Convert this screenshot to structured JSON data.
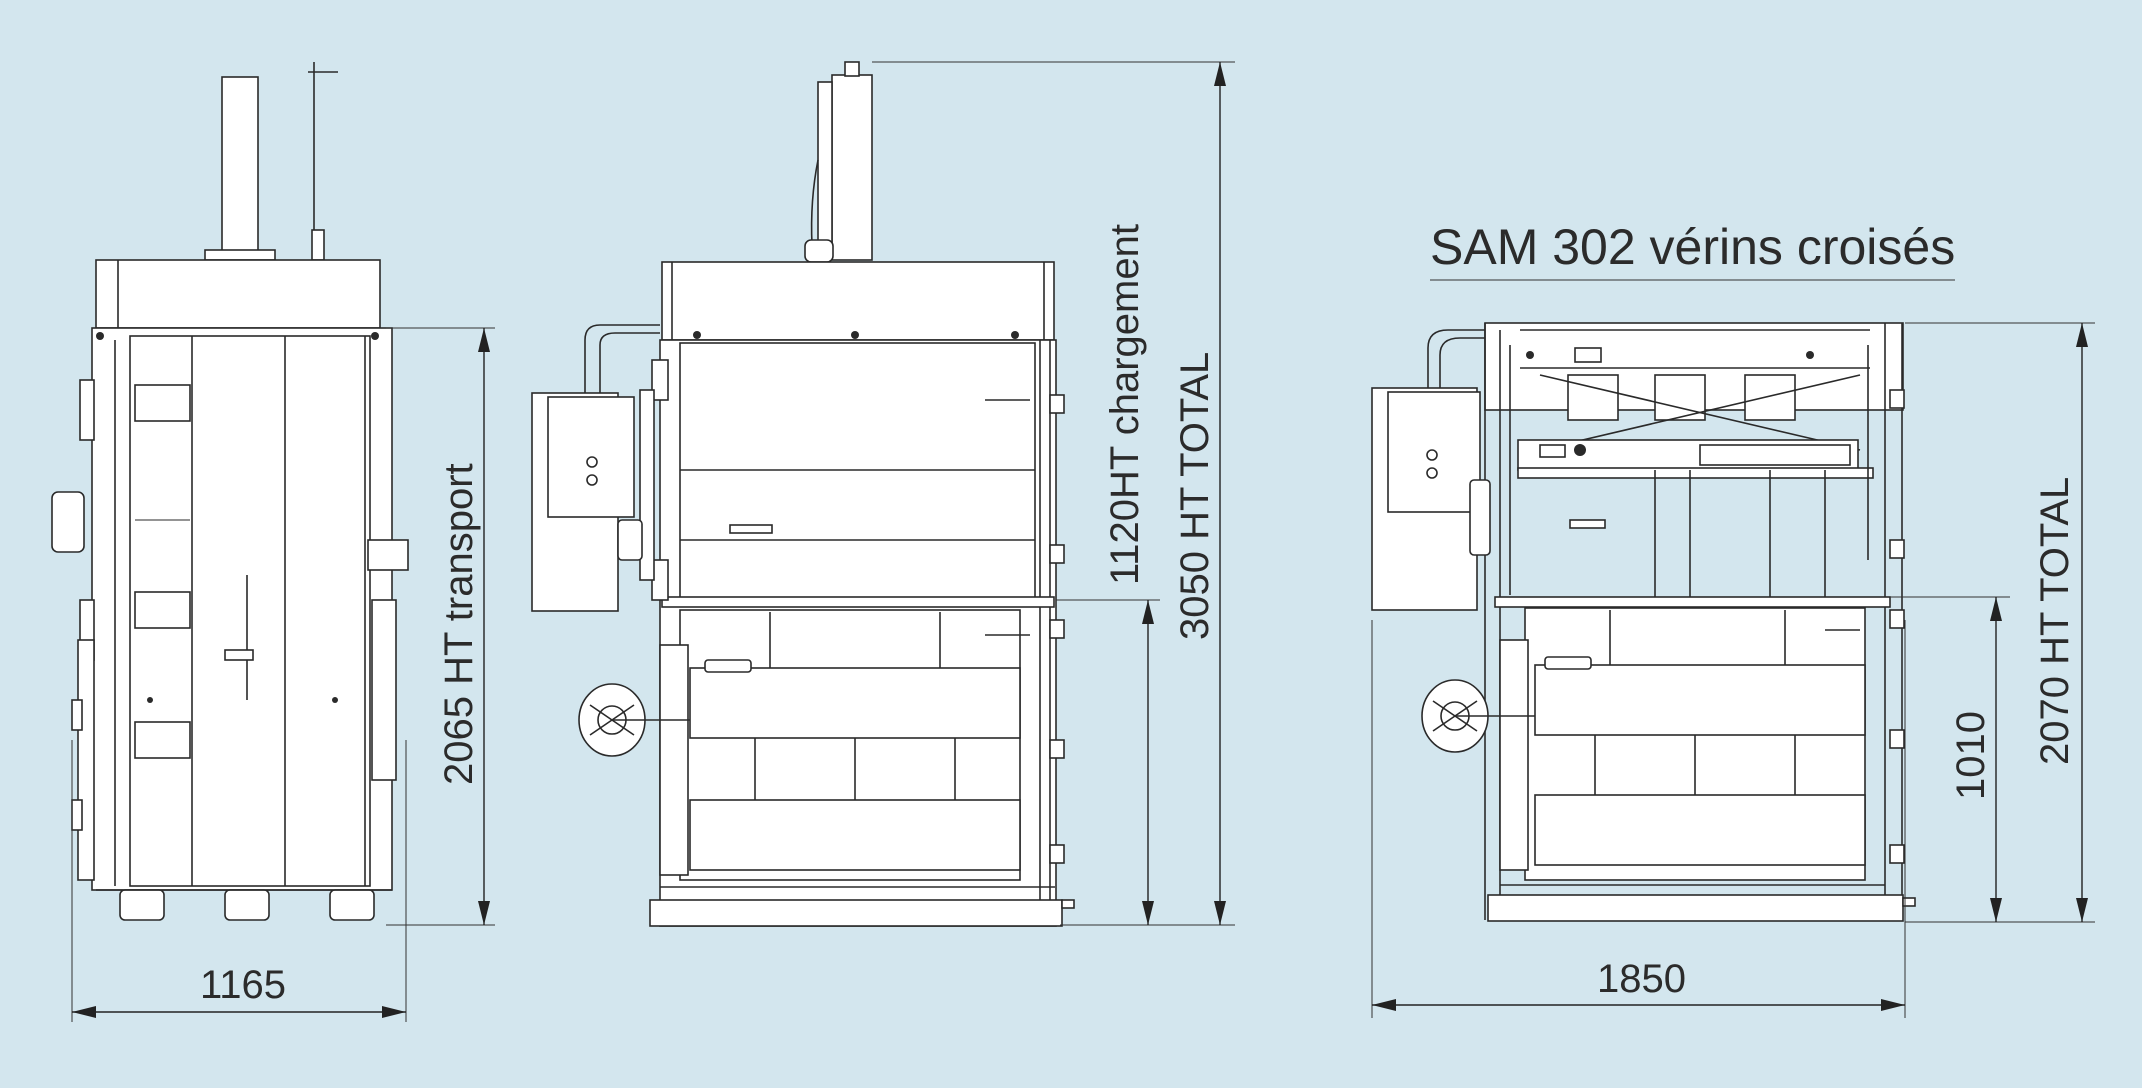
{
  "title": "SAM 302 vérins croisés",
  "dimensions": {
    "width_side": "1165",
    "height_transport": "2065 HT transport",
    "height_loading": "1120HT chargement",
    "height_total_front": "3050 HT TOTAL",
    "width_right": "1850",
    "opening_height": "1010",
    "height_total_right": "2070 HT TOTAL"
  },
  "colors": {
    "background": "#d3e6ee",
    "line": "#2a2a2a",
    "machine_fill": "#ffffff"
  }
}
